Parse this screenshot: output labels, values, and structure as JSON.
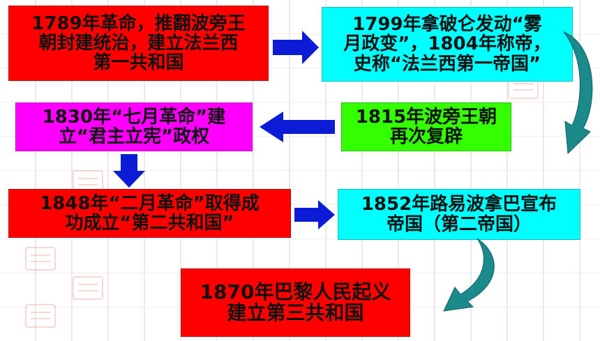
{
  "boxes": {
    "b1789": "1789年革命，推翻波旁王\n朝封建统治，建立法兰西\n第一共和国",
    "b1799": "1799年拿破仑发动“雾\n月政变”，1804年称帝，\n史称“法兰西第一帝国”",
    "b1830": "1830年“七月革命”建\n立“君主立宪”政权",
    "b1815": "1815年波旁王朝\n再次复辟",
    "b1848": "1848年“二月革命”取得成\n功成立“第二共和国”",
    "b1852": "1852年路易波拿巴宣布\n帝国（第二帝国）",
    "b1870": "1870年巴黎人民起义\n建立第三共和国"
  },
  "colors": {
    "red": "#ff0000",
    "cyan": "#00ffff",
    "magenta": "#ff00ff",
    "green": "#33ff00",
    "arrow_blue": "#0b1bd6",
    "arrow_teal": "#1c8a8a"
  }
}
